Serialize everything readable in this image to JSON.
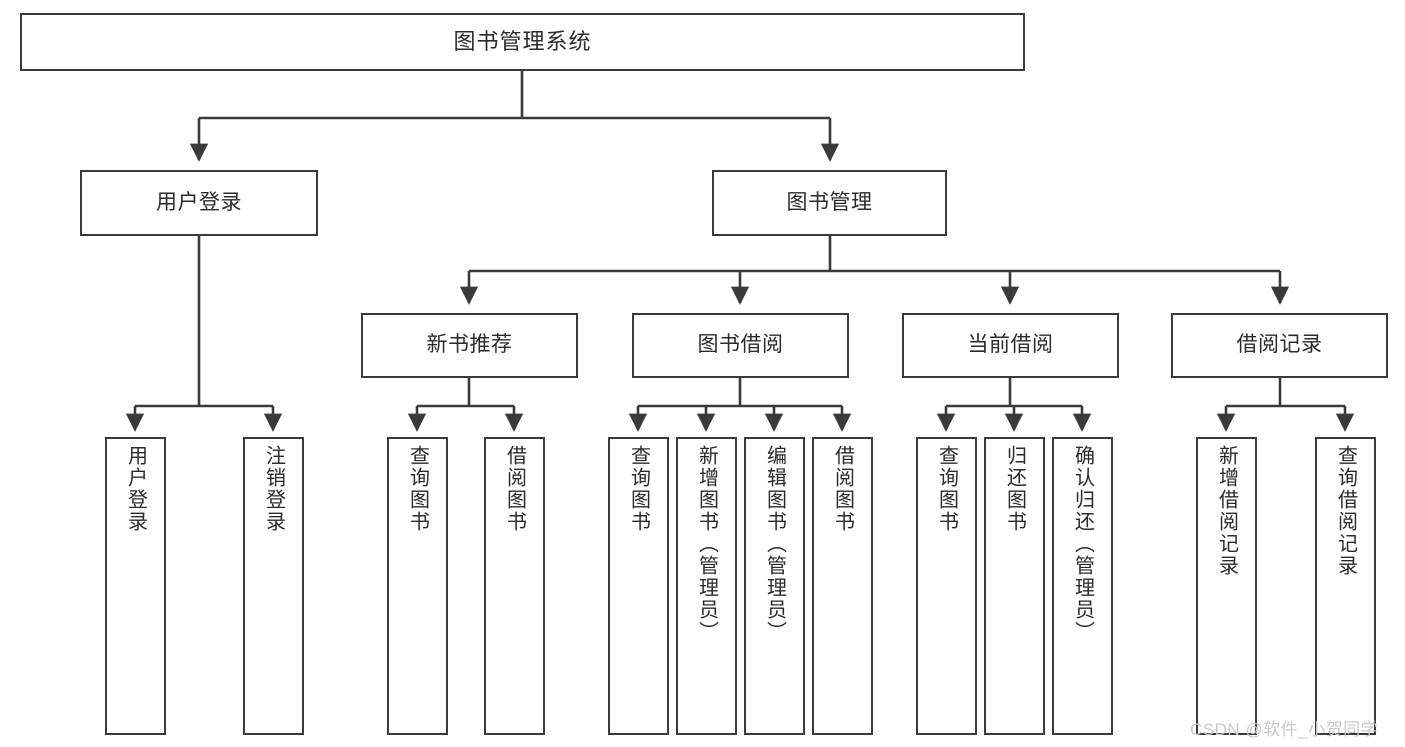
{
  "diagram": {
    "title": "图书管理系统",
    "type": "hierarchy-tree",
    "levels": 4,
    "colors": {
      "box_border": "#3a3a3a",
      "box_fill": "#ffffff",
      "connector": "#3a3a3a",
      "text": "#2b2b2b",
      "watermark": "#c9c9c9",
      "background": "#ffffff"
    },
    "nodes": {
      "root": {
        "label": "图书管理系统"
      },
      "level2": [
        {
          "label": "用户登录"
        },
        {
          "label": "图书管理"
        }
      ],
      "level3": [
        {
          "label": "新书推荐"
        },
        {
          "label": "图书借阅"
        },
        {
          "label": "当前借阅"
        },
        {
          "label": "借阅记录"
        }
      ],
      "leaves": {
        "user_login": [
          {
            "label": "用户登录"
          },
          {
            "label": "注销登录"
          }
        ],
        "new_book_recommend": [
          {
            "label": "查询图书"
          },
          {
            "label": "借阅图书"
          }
        ],
        "book_borrow": [
          {
            "label": "查询图书"
          },
          {
            "label": "新增图书（管理员）"
          },
          {
            "label": "编辑图书（管理员）"
          },
          {
            "label": "借阅图书"
          }
        ],
        "current_borrow": [
          {
            "label": "查询图书"
          },
          {
            "label": "归还图书"
          },
          {
            "label": "确认归还（管理员）"
          }
        ],
        "borrow_record": [
          {
            "label": "新增借阅记录"
          },
          {
            "label": "查询借阅记录"
          }
        ]
      }
    },
    "watermark": "CSDN @软件_小贺同学"
  }
}
